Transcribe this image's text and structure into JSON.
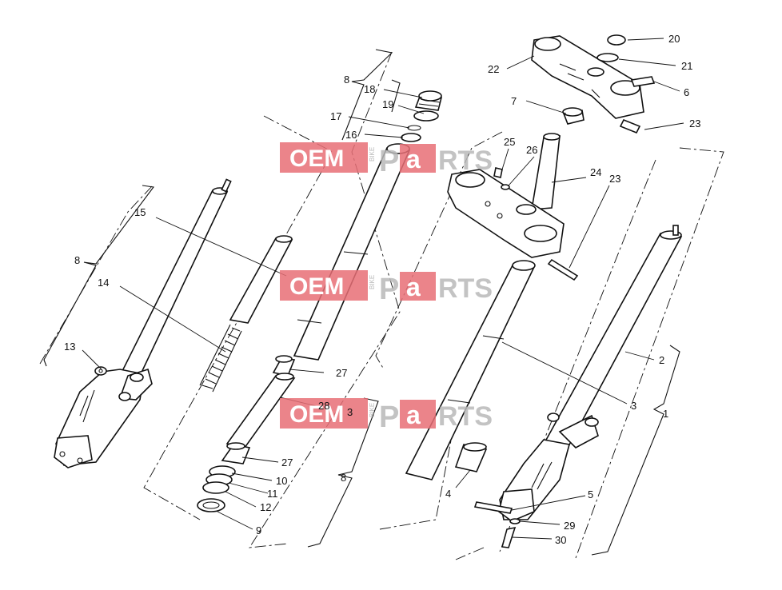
{
  "diagram": {
    "callouts": {
      "n1": "1",
      "n2": "2",
      "n3a": "3",
      "n3b": "3",
      "n4": "4",
      "n5": "5",
      "n6": "6",
      "n7": "7",
      "n8a": "8",
      "n8b": "8",
      "n8c": "8",
      "n9": "9",
      "n10": "10",
      "n11": "11",
      "n12": "12",
      "n13": "13",
      "n14": "14",
      "n15": "15",
      "n16": "16",
      "n17": "17",
      "n18": "18",
      "n19": "19",
      "n20": "20",
      "n21": "21",
      "n22": "22",
      "n23a": "23",
      "n23b": "23",
      "n24": "24",
      "n25": "25",
      "n26": "26",
      "n27a": "27",
      "n27b": "27",
      "n28": "28",
      "n29": "29",
      "n30": "30"
    }
  },
  "watermark": {
    "brand_left": "OEM",
    "brand_mid": "BIKE",
    "brand_p": "P",
    "brand_a": "a",
    "brand_rts": "RTS",
    "brand_color": "#e86f76"
  }
}
